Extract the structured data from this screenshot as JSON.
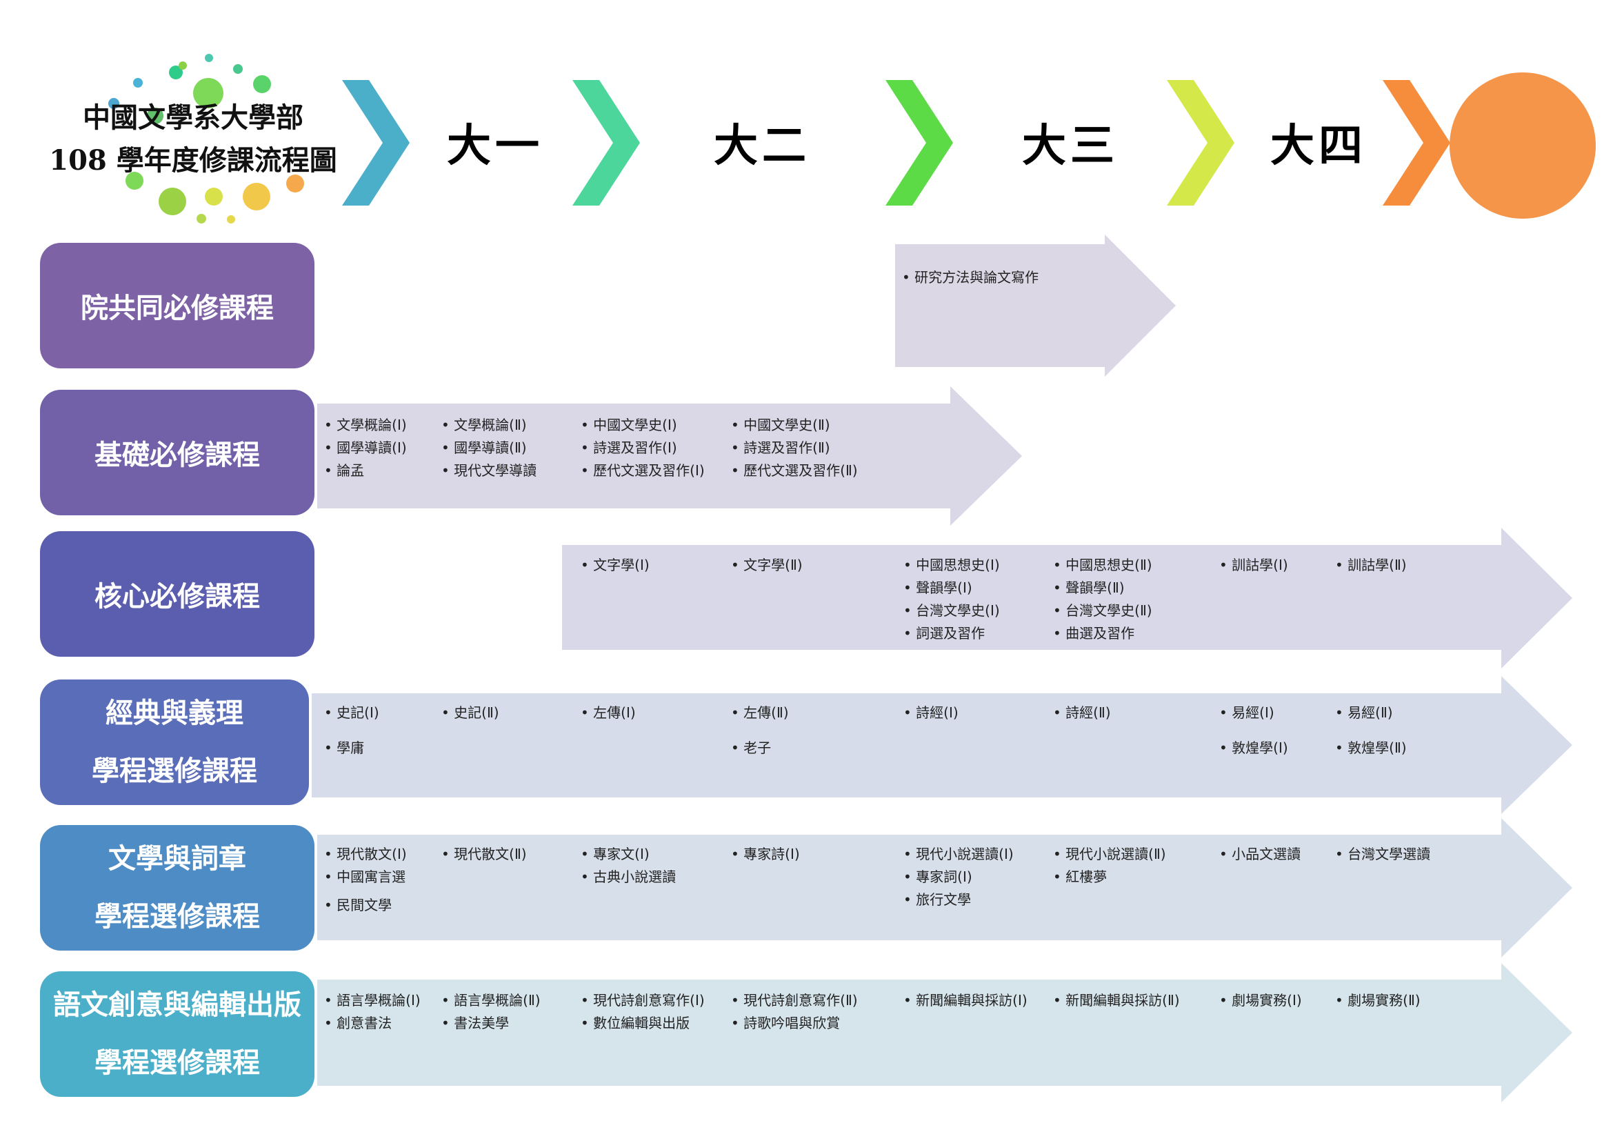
{
  "title": {
    "line1": "中國文學系大學部",
    "line2": "108 學年度修課流程圖"
  },
  "years": [
    "大一",
    "大二",
    "大三",
    "大四"
  ],
  "chevron_colors": [
    "#4BAFC9",
    "#4DD69C",
    "#5CDB47",
    "#D4E84A",
    "#F58D3C"
  ],
  "end_circle_color": "#F5954A",
  "categories": [
    {
      "id": "college",
      "label": "院共同必修課程",
      "color": "#7E62A6"
    },
    {
      "id": "basic",
      "label": "基礎必修課程",
      "color": "#7261A8"
    },
    {
      "id": "core",
      "label": "核心必修課程",
      "color": "#5B5EAE"
    },
    {
      "id": "classics",
      "label1": "經典與義理",
      "label2": "學程選修課程",
      "color": "#5A6DB8"
    },
    {
      "id": "literature",
      "label1": "文學與詞章",
      "label2": "學程選修課程",
      "color": "#4E8CC5"
    },
    {
      "id": "creative",
      "label1": "語文創意與編輯出版",
      "label2": "學程選修課程",
      "color": "#4BAFC9"
    }
  ],
  "courses": {
    "college": [
      "研究方法與論文寫作"
    ],
    "basic": [
      [
        "文學概論(Ⅰ)",
        "國學導讀(Ⅰ)",
        "論孟"
      ],
      [
        "文學概論(Ⅱ)",
        "國學導讀(Ⅱ)",
        "現代文學導讀"
      ],
      [
        "中國文學史(Ⅰ)",
        "詩選及習作(Ⅰ)",
        "歷代文選及習作(Ⅰ)"
      ],
      [
        "中國文學史(Ⅱ)",
        "詩選及習作(Ⅱ)",
        "歷代文選及習作(Ⅱ)"
      ]
    ],
    "core": [
      [
        "文字學(Ⅰ)"
      ],
      [
        "文字學(Ⅱ)"
      ],
      [
        "中國思想史(Ⅰ)",
        "聲韻學(Ⅰ)",
        "台灣文學史(Ⅰ)",
        "詞選及習作"
      ],
      [
        "中國思想史(Ⅱ)",
        "聲韻學(Ⅱ)",
        "台灣文學史(Ⅱ)",
        "曲選及習作"
      ],
      [
        "訓詁學(Ⅰ)"
      ],
      [
        "訓詁學(Ⅱ)"
      ]
    ],
    "classics": [
      [
        "史記(Ⅰ)",
        "學庸"
      ],
      [
        "史記(Ⅱ)"
      ],
      [
        "左傳(Ⅰ)"
      ],
      [
        "左傳(Ⅱ)",
        "老子"
      ],
      [
        "詩經(Ⅰ)"
      ],
      [
        "詩經(Ⅱ)"
      ],
      [
        "易經(Ⅰ)",
        "敦煌學(Ⅰ)"
      ],
      [
        "易經(Ⅱ)",
        "敦煌學(Ⅱ)"
      ]
    ],
    "literature": [
      [
        "現代散文(Ⅰ)",
        "中國寓言選",
        "民間文學"
      ],
      [
        "現代散文(Ⅱ)"
      ],
      [
        "專家文(Ⅰ)",
        "古典小說選讀"
      ],
      [
        "專家詩(Ⅰ)"
      ],
      [
        "現代小說選讀(Ⅰ)",
        "專家詞(Ⅰ)",
        "旅行文學"
      ],
      [
        "現代小說選讀(Ⅱ)",
        "紅樓夢"
      ],
      [
        "小品文選讀"
      ],
      [
        "台灣文學選讀"
      ]
    ],
    "creative": [
      [
        "語言學概論(Ⅰ)",
        "創意書法"
      ],
      [
        "語言學概論(Ⅱ)",
        "書法美學"
      ],
      [
        "現代詩創意寫作(Ⅰ)",
        "數位編輯與出版"
      ],
      [
        "現代詩創意寫作(Ⅱ)",
        "詩歌吟唱與欣賞"
      ],
      [
        "新聞編輯與採訪(Ⅰ)"
      ],
      [
        "新聞編輯與採訪(Ⅱ)"
      ],
      [
        "劇場實務(Ⅰ)"
      ],
      [
        "劇場實務(Ⅱ)"
      ]
    ]
  }
}
